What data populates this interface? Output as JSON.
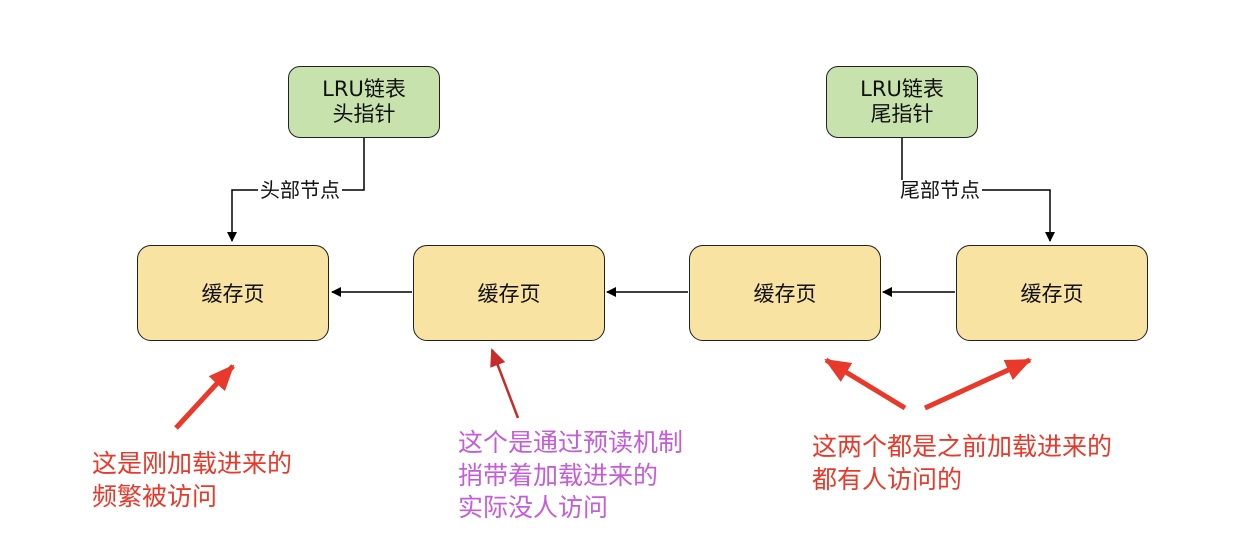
{
  "diagram": {
    "head_pointer": {
      "line1": "LRU链表",
      "line2": "头指针"
    },
    "tail_pointer": {
      "line1": "LRU链表",
      "line2": "尾指针"
    },
    "head_edge_label": "头部节点",
    "tail_edge_label": "尾部节点",
    "cache_pages": [
      {
        "label": "缓存页"
      },
      {
        "label": "缓存页"
      },
      {
        "label": "缓存页"
      },
      {
        "label": "缓存页"
      }
    ],
    "notes": {
      "frequent": {
        "lines": [
          "这是刚加载进来的",
          "频繁被访问"
        ],
        "color": "#e8392a"
      },
      "prefetch": {
        "lines": [
          "这个是通过预读机制",
          "捎带着加载进来的",
          "实际没人访问"
        ],
        "color": "#c55cdb"
      },
      "earlier": {
        "lines": [
          "这两个都是之前加载进来的",
          "都有人访问的"
        ],
        "color": "#e8392a"
      }
    }
  }
}
